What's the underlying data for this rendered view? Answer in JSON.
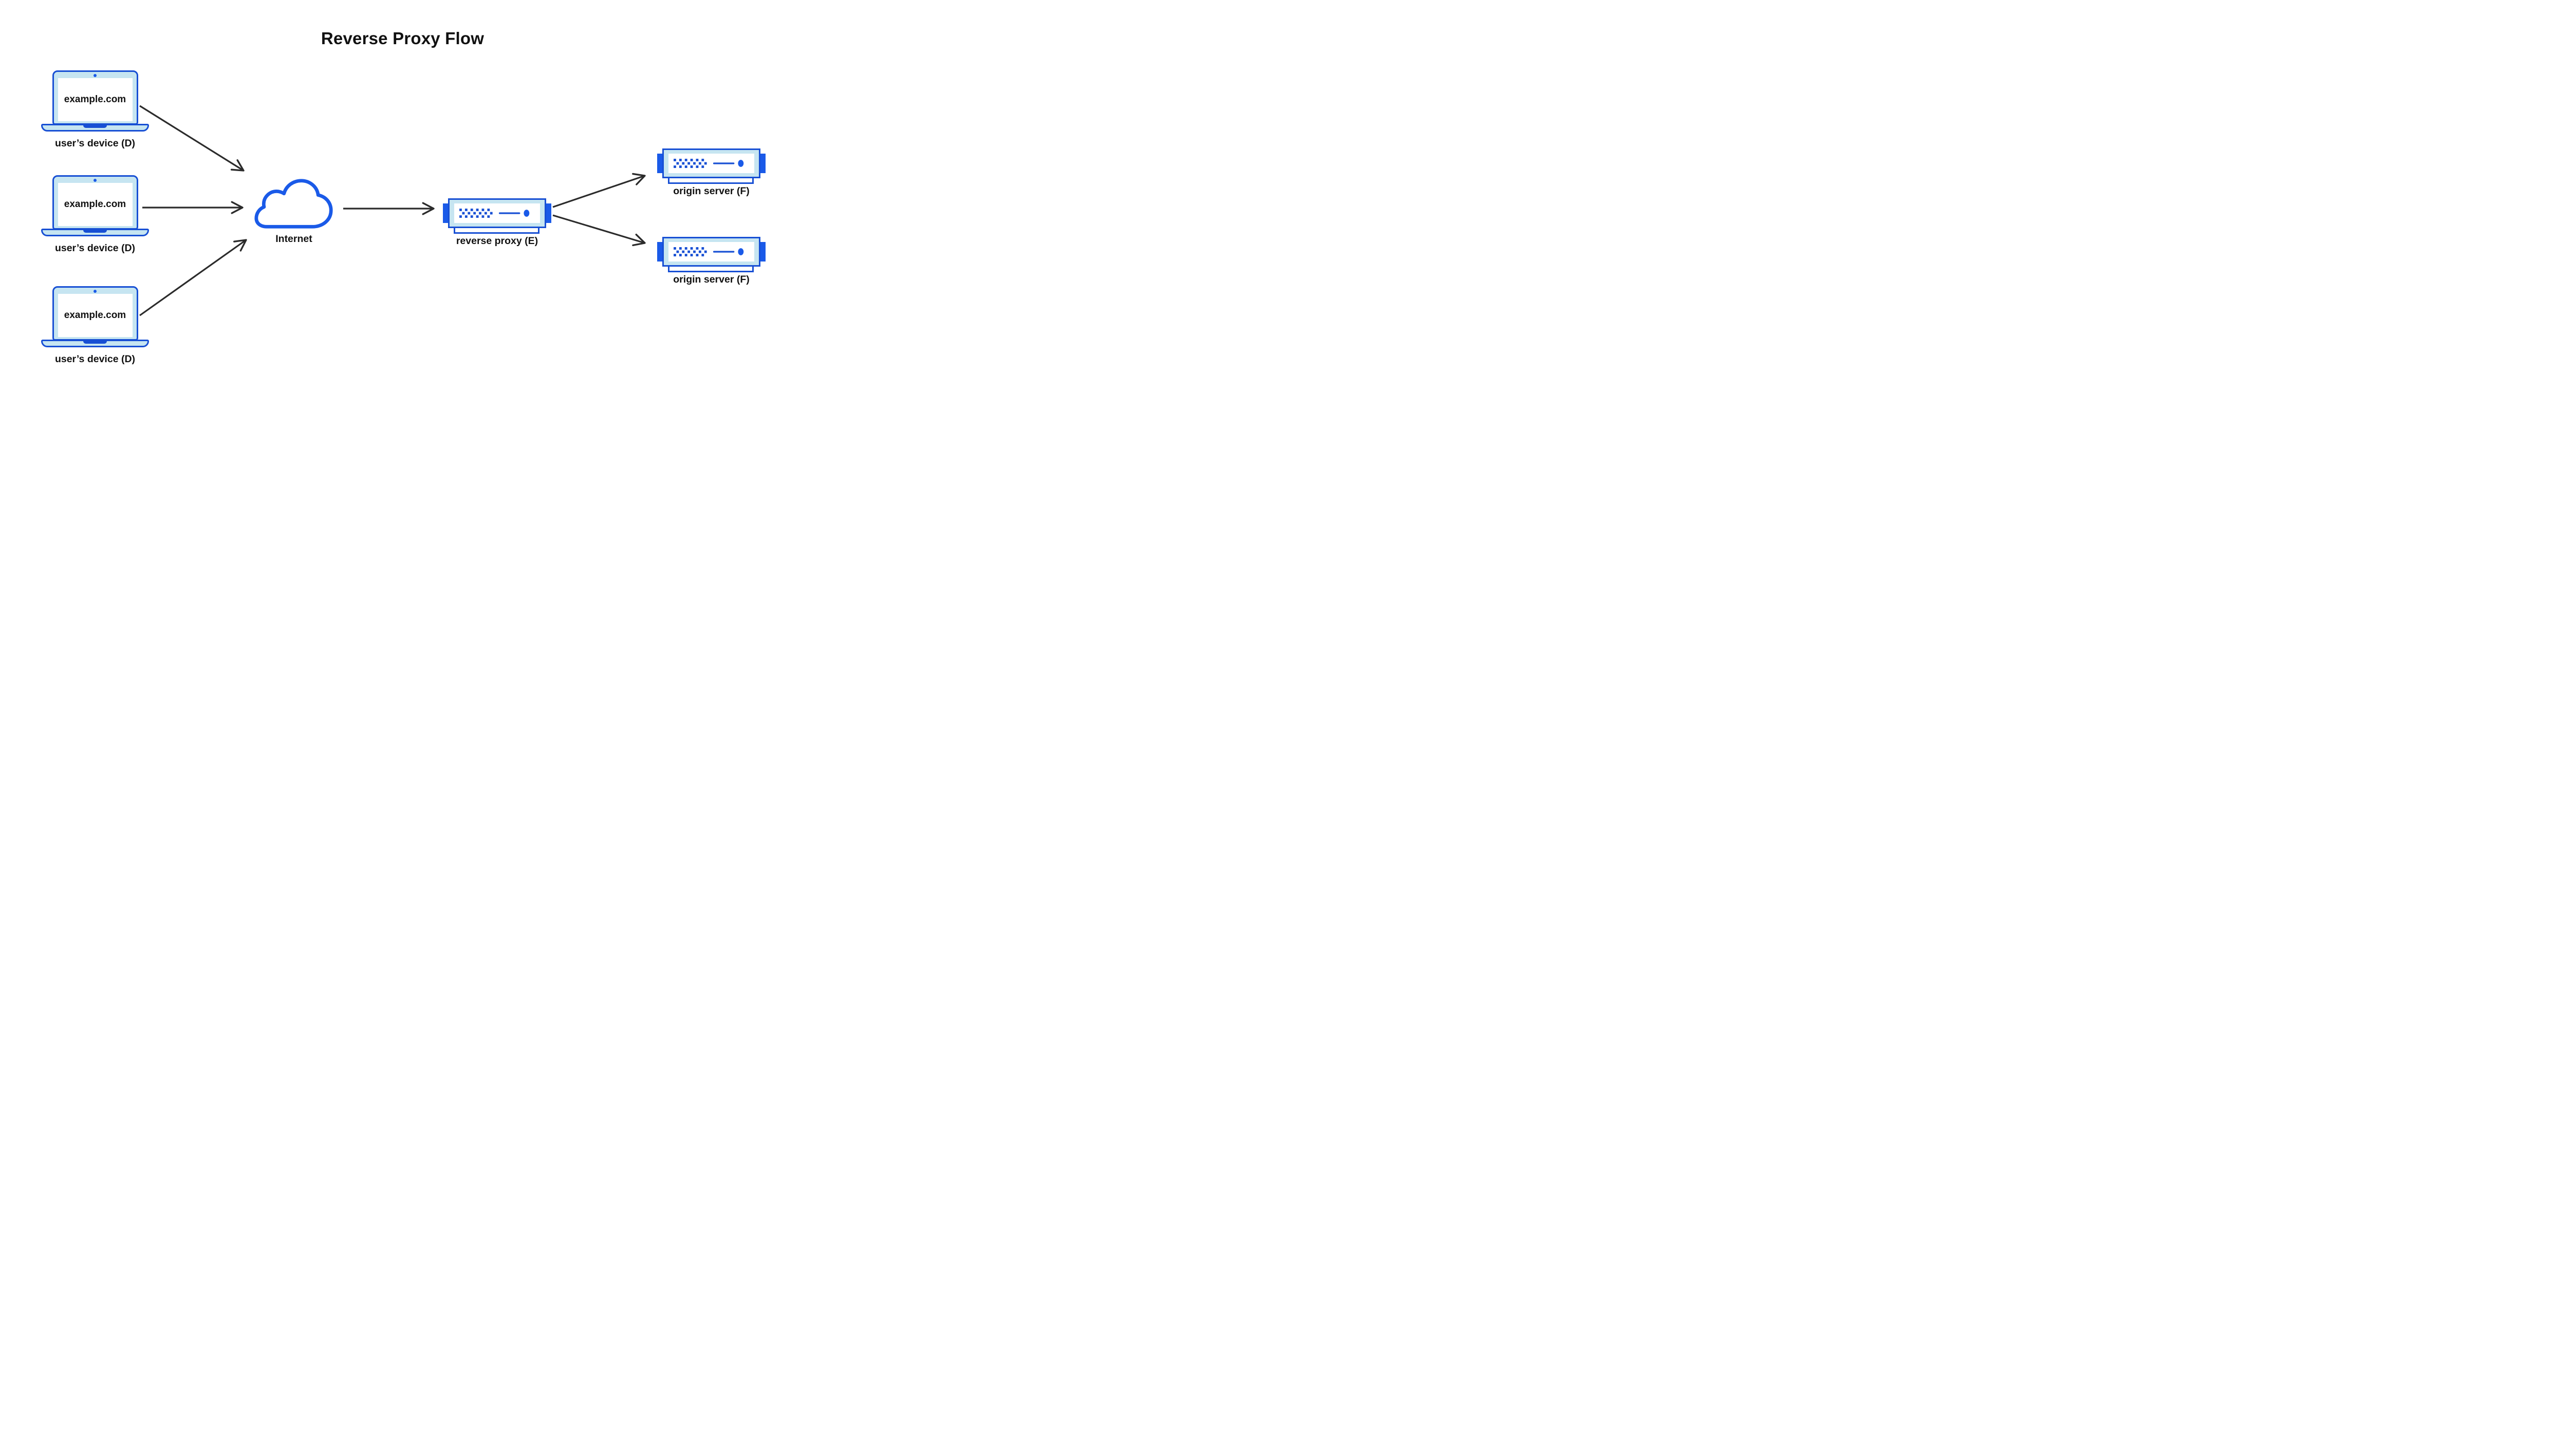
{
  "title": "Reverse Proxy Flow",
  "theme": {
    "primary_blue": "#174fd4",
    "bright_blue": "#1a5ae8",
    "light_blue": "#c6e5f1",
    "ink": "#111111",
    "arrow": "#2b2b2b",
    "bg": "#ffffff"
  },
  "devices": [
    {
      "screen_text": "example.com",
      "label": "user’s device (D)"
    },
    {
      "screen_text": "example.com",
      "label": "user’s device (D)"
    },
    {
      "screen_text": "example.com",
      "label": "user’s device (D)"
    }
  ],
  "internet": {
    "label": "Internet"
  },
  "reverse_proxy": {
    "label": "reverse proxy (E)"
  },
  "origin_servers": [
    {
      "label": "origin server (F)"
    },
    {
      "label": "origin server (F)"
    }
  ],
  "connections": [
    {
      "from": "user’s device (D) 1",
      "to": "Internet"
    },
    {
      "from": "user’s device (D) 2",
      "to": "Internet"
    },
    {
      "from": "user’s device (D) 3",
      "to": "Internet"
    },
    {
      "from": "Internet",
      "to": "reverse proxy (E)"
    },
    {
      "from": "reverse proxy (E)",
      "to": "origin server (F) 1"
    },
    {
      "from": "reverse proxy (E)",
      "to": "origin server (F) 2"
    }
  ]
}
